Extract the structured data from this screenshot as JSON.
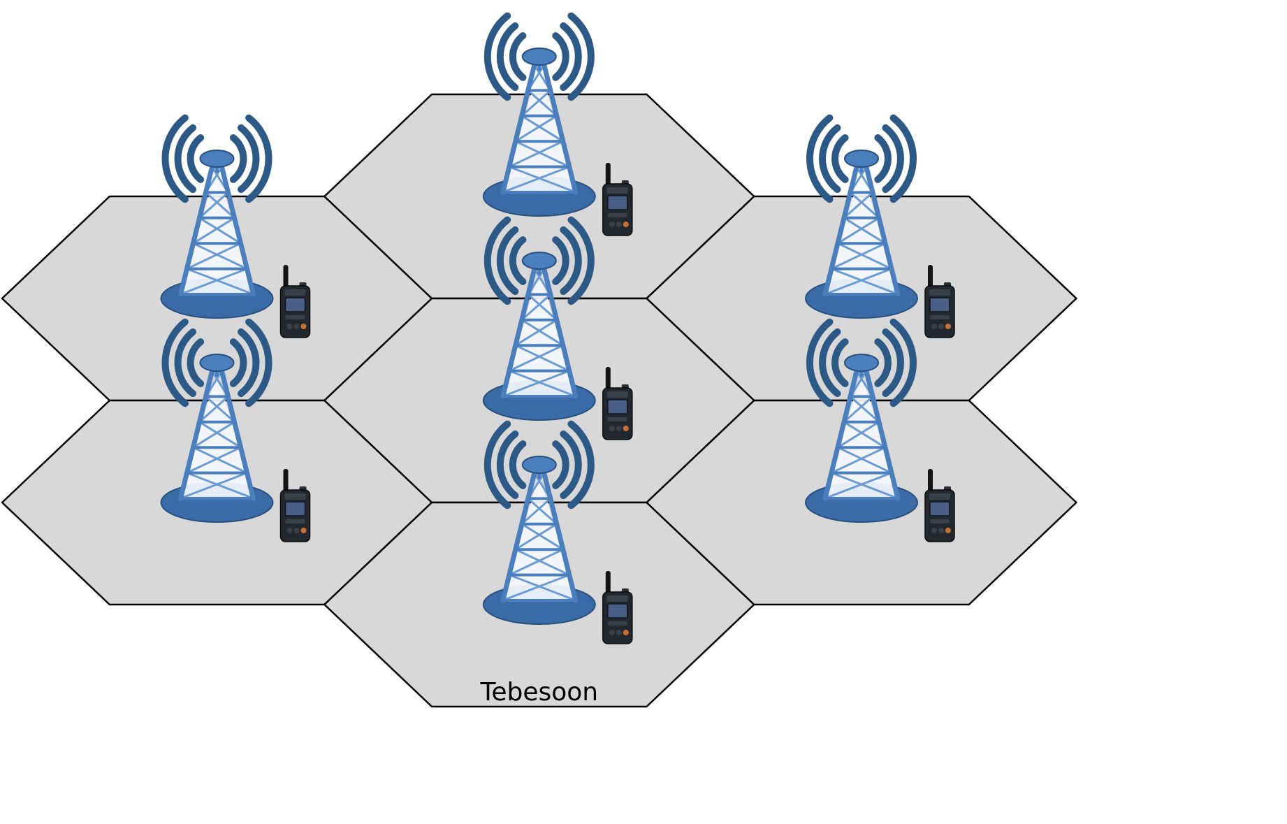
{
  "diagram": {
    "colors": {
      "background": "#ffffff",
      "cell_fill": "#d8d8d8",
      "cell_border": "#000000",
      "tower_frame": "#4a7ebc",
      "tower_lattice": "#6b9bd2",
      "tower_pad": "#3a6ba6",
      "tower_pad_edge": "#28507f",
      "antenna_dish": "#4a7ebc",
      "signal_wave": "#2d5986",
      "radio_body": "#23272e",
      "radio_screen": "#4a5f85",
      "radio_accent": "#c87137",
      "label_text": "#000000"
    },
    "icons": {
      "tower": "radio-tower-icon",
      "waves": "signal-waves-icon",
      "radio": "handheld-radio-icon"
    },
    "cells": [
      {
        "name": "cell-top-left",
        "col": 0,
        "row": 0,
        "tower": true,
        "radio": true,
        "label": ""
      },
      {
        "name": "cell-top-center",
        "col": 1,
        "row": 0,
        "tower": true,
        "radio": true,
        "label": ""
      },
      {
        "name": "cell-top-right",
        "col": 2,
        "row": 0,
        "tower": true,
        "radio": true,
        "label": ""
      },
      {
        "name": "cell-middle-center",
        "col": 1,
        "row": 1,
        "tower": true,
        "radio": true,
        "label": ""
      },
      {
        "name": "cell-bottom-left",
        "col": 0,
        "row": 1,
        "tower": true,
        "radio": true,
        "label": ""
      },
      {
        "name": "cell-bottom-center",
        "col": 1,
        "row": 2,
        "tower": true,
        "radio": true,
        "label": "Tebesoon"
      },
      {
        "name": "cell-bottom-right",
        "col": 2,
        "row": 1,
        "tower": true,
        "radio": true,
        "label": ""
      }
    ]
  }
}
